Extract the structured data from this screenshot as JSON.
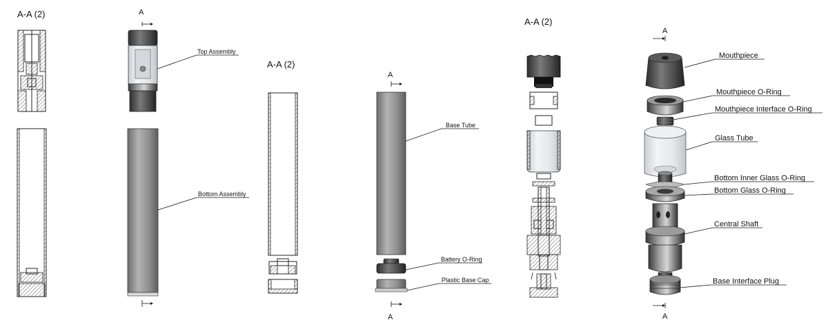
{
  "section_titles": {
    "left": "A-A (2)",
    "middle": "A-A (2)",
    "right": "A-A (2)"
  },
  "section_markers": {
    "letter": "A"
  },
  "callouts": {
    "top_assembly": "Top Assembly",
    "bottom_assembly": "Bottom Assembly",
    "base_tube": "Base Tube",
    "battery_o_ring": "Battery O-Ring",
    "plastic_base_cap": "Plastic Base Cap",
    "mouthpiece": "Mouthpiece",
    "mouthpiece_o_ring": "Mouthpiece O-Ring",
    "mouthpiece_interface_o_ring": "Mouthpiece Interface O-Ring",
    "glass_tube": "Glass Tube",
    "bottom_inner_glass_o_ring": "Bottom Inner Glass O-Ring",
    "bottom_glass_o_ring": "Bottom Glass O-Ring",
    "central_shaft": "Central Shaft",
    "base_interface_plug": "Base Interface Plug"
  },
  "colors": {
    "metal_dark": "#4a4a4a",
    "metal_mid": "#8c8c8c",
    "metal_light": "#d8d8d8",
    "glass": "#e9ecef",
    "line": "#222222"
  }
}
